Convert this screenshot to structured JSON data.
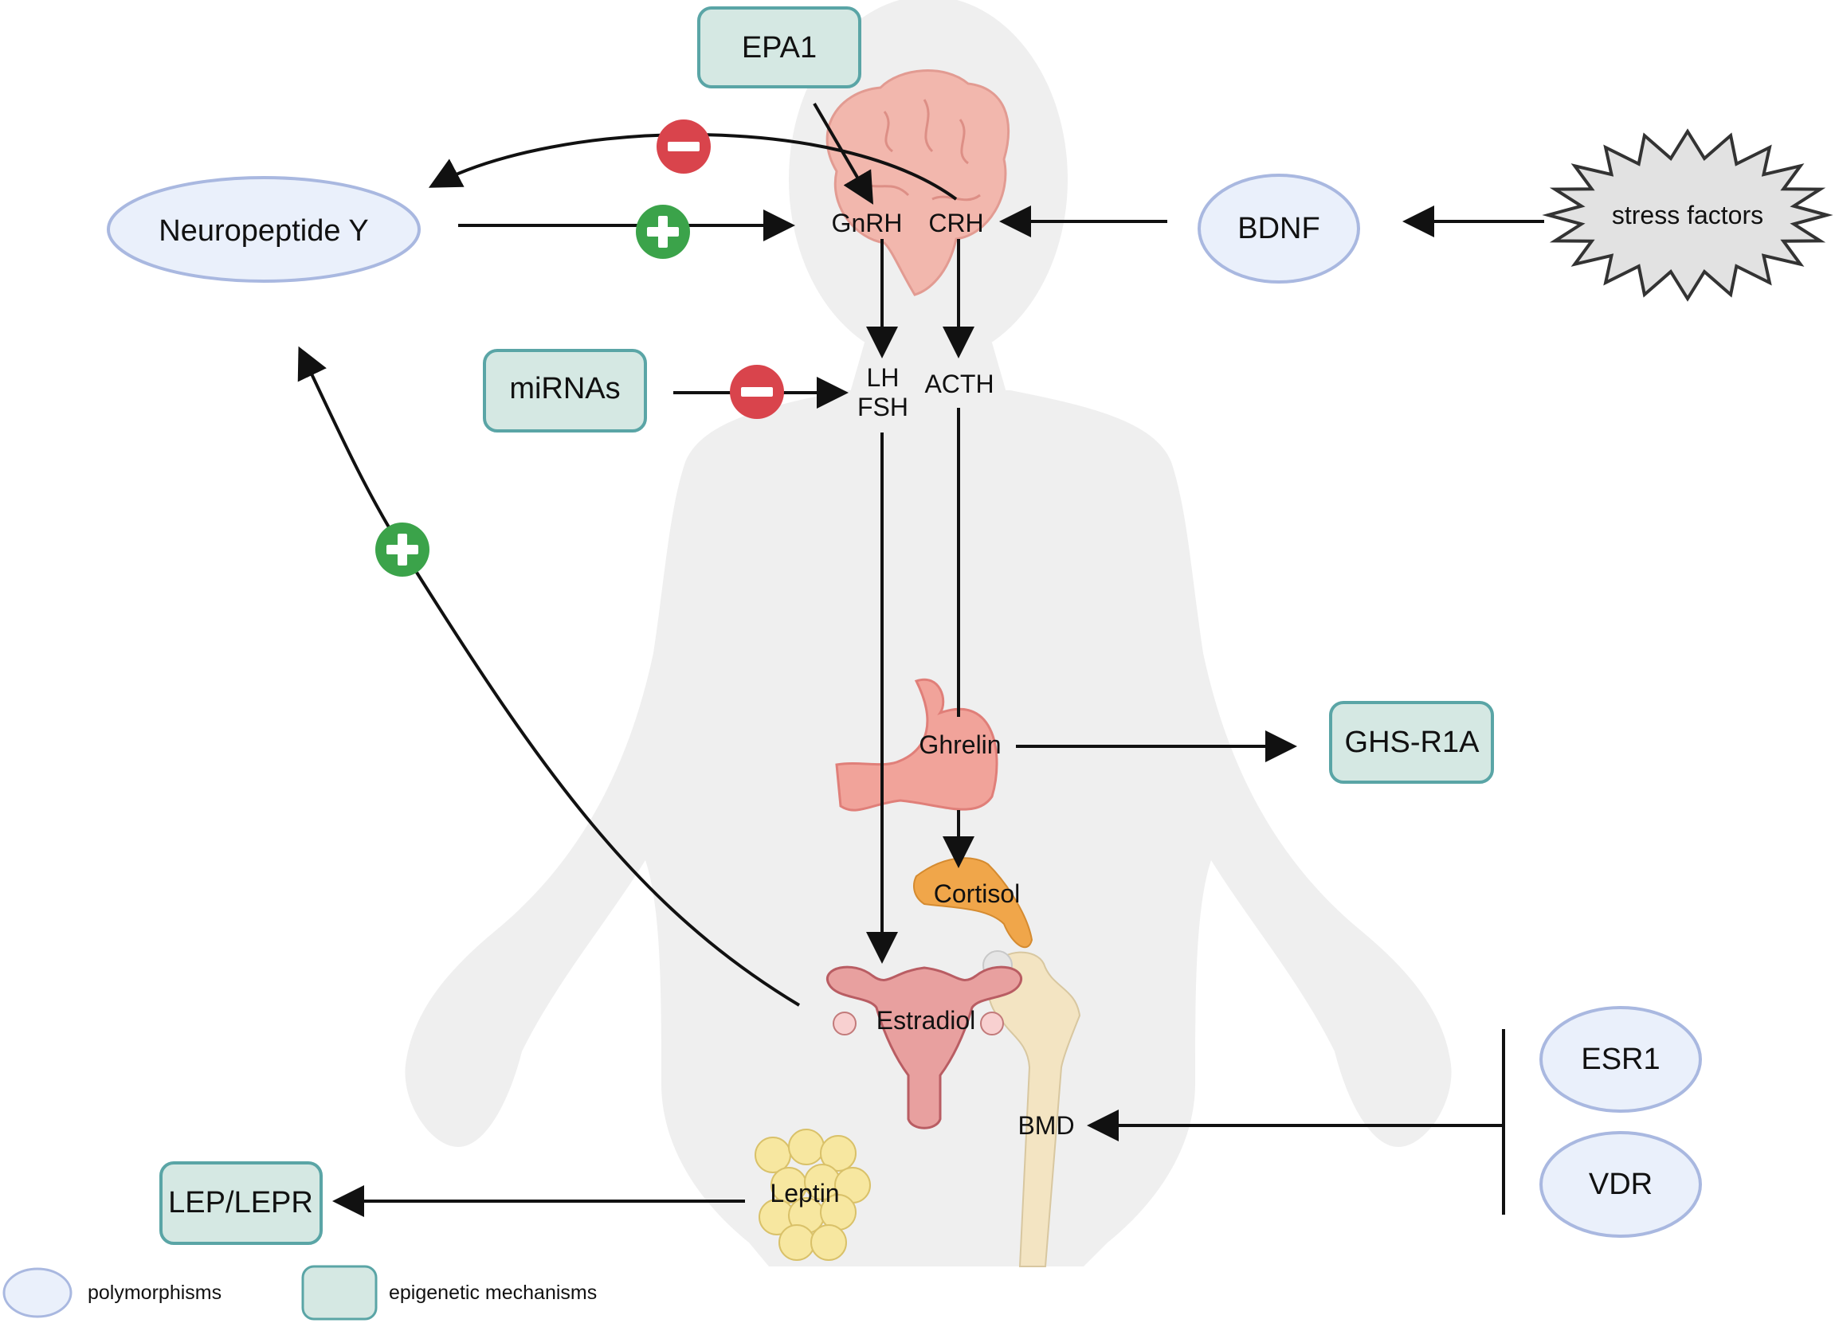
{
  "colors": {
    "polymorphism_fill": "#eaf0fb",
    "polymorphism_stroke": "#a9b8e0",
    "epigenetic_fill": "#d5e8e3",
    "epigenetic_stroke": "#5aa5a6",
    "inhibit": "#d9444c",
    "activate": "#3ba34a",
    "body_silhouette": "#efefef",
    "stress_fill": "#e2e2e2"
  },
  "nodes": {
    "epa1": "EPA1",
    "neuropeptide_y": "Neuropeptide Y",
    "bdnf": "BDNF",
    "stress_factors": "stress factors",
    "mirnas": "miRNAs",
    "ghs_r1a": "GHS-R1A",
    "esr1": "ESR1",
    "vdr": "VDR",
    "lep_lepr": "LEP/LEPR"
  },
  "hormones": {
    "gnrh": "GnRH",
    "crh": "CRH",
    "lh": "LH",
    "fsh": "FSH",
    "acth": "ACTH",
    "ghrelin": "Ghrelin",
    "cortisol": "Cortisol",
    "estradiol": "Estradiol",
    "bmd": "BMD",
    "leptin": "Leptin"
  },
  "legend": {
    "polymorphisms": "polymorphisms",
    "epigenetic": "epigenetic mechanisms"
  },
  "icons": [
    "brain-icon",
    "stomach-icon",
    "adrenal-icon",
    "uterus-icon",
    "femur-icon",
    "adipose-icon",
    "plus-icon",
    "minus-icon"
  ]
}
